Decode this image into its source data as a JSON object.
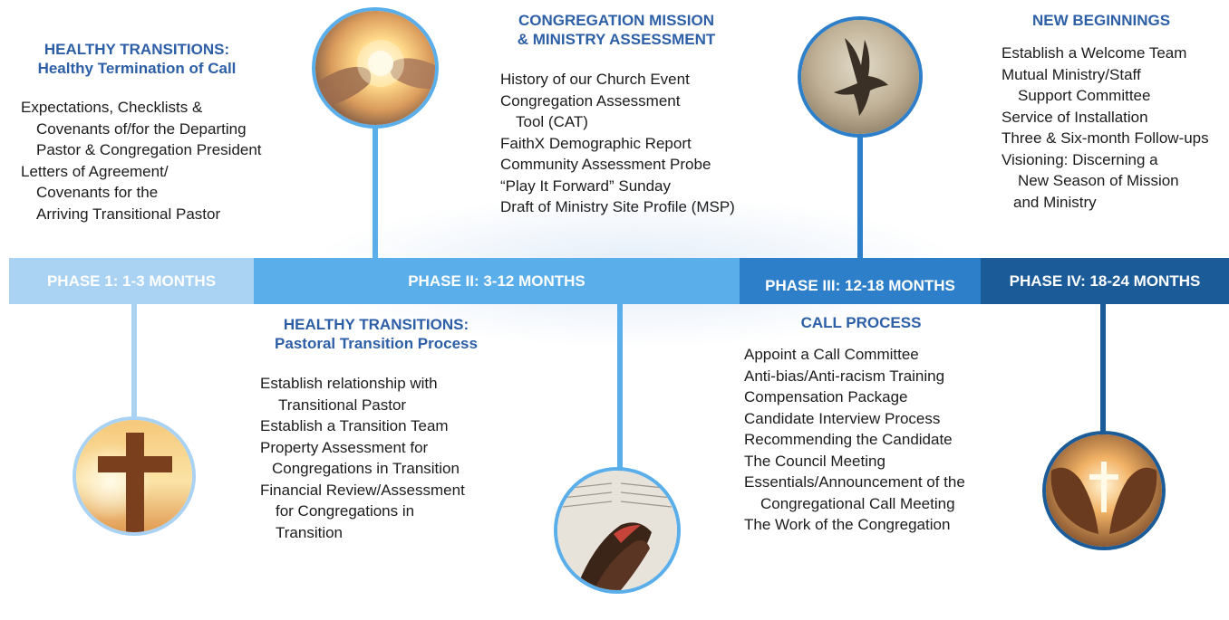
{
  "colors": {
    "phase1": "#a9d2f3",
    "phase2": "#5aaeea",
    "phase3": "#2e7fc9",
    "phase4": "#1a5b98",
    "heading": "#2d5fa6",
    "text": "#1c1c1c"
  },
  "phases": [
    {
      "label": "PHASE 1: 1-3 MONTHS"
    },
    {
      "label": "PHASE II: 3-12 MONTHS"
    },
    {
      "label": "PHASE III: 12-18 MONTHS"
    },
    {
      "label": "PHASE IV: 18-24 MONTHS"
    }
  ],
  "sections": {
    "termination": {
      "title_line1": "HEALTHY TRANSITIONS:",
      "title_line2": "Healthy Termination of Call",
      "items": [
        "Expectations, Checklists &",
        "Covenants of/for the Departing",
        "Pastor & Congregation President",
        "Letters of Agreement/",
        "Covenants for the",
        "Arriving Transitional Pastor"
      ]
    },
    "pastoral_transition": {
      "title_line1": "HEALTHY TRANSITIONS:",
      "title_line2": "Pastoral Transition Process",
      "items": [
        "Establish relationship with",
        "Transitional Pastor",
        "Establish a Transition Team",
        "Property Assessment for",
        "Congregations in Transition",
        "Financial Review/Assessment",
        "for Congregations in",
        "Transition"
      ]
    },
    "mission_assessment": {
      "title_line1": "CONGREGATION MISSION",
      "title_line2": "& MINISTRY ASSESSMENT",
      "items": [
        "History of our Church Event",
        "Congregation Assessment",
        "Tool (CAT)",
        "FaithX Demographic Report",
        "Community  Assessment Probe",
        "“Play It Forward” Sunday",
        "Draft of Ministry Site Profile (MSP)"
      ]
    },
    "call_process": {
      "title": "CALL PROCESS",
      "items": [
        "Appoint a Call Committee",
        "Anti-bias/Anti-racism Training",
        "Compensation Package",
        "Candidate Interview Process",
        "Recommending the Candidate",
        "The Council Meeting",
        "Essentials/Announcement of the",
        "Congregational Call Meeting",
        "The Work of the Congregation"
      ]
    },
    "new_beginnings": {
      "title": "NEW BEGINNINGS",
      "items": [
        "Establish a Welcome Team",
        "Mutual Ministry/Staff",
        "Support Committee",
        "Service of Installation",
        "Three & Six-month Follow-ups",
        "Visioning: Discerning a",
        "New Season of Mission",
        "and Ministry"
      ]
    }
  },
  "images": [
    {
      "icon": "cross-sunset-icon"
    },
    {
      "icon": "hands-light-icon"
    },
    {
      "icon": "praying-hands-bible-icon"
    },
    {
      "icon": "dove-icon"
    },
    {
      "icon": "cupped-hands-cross-icon"
    }
  ]
}
